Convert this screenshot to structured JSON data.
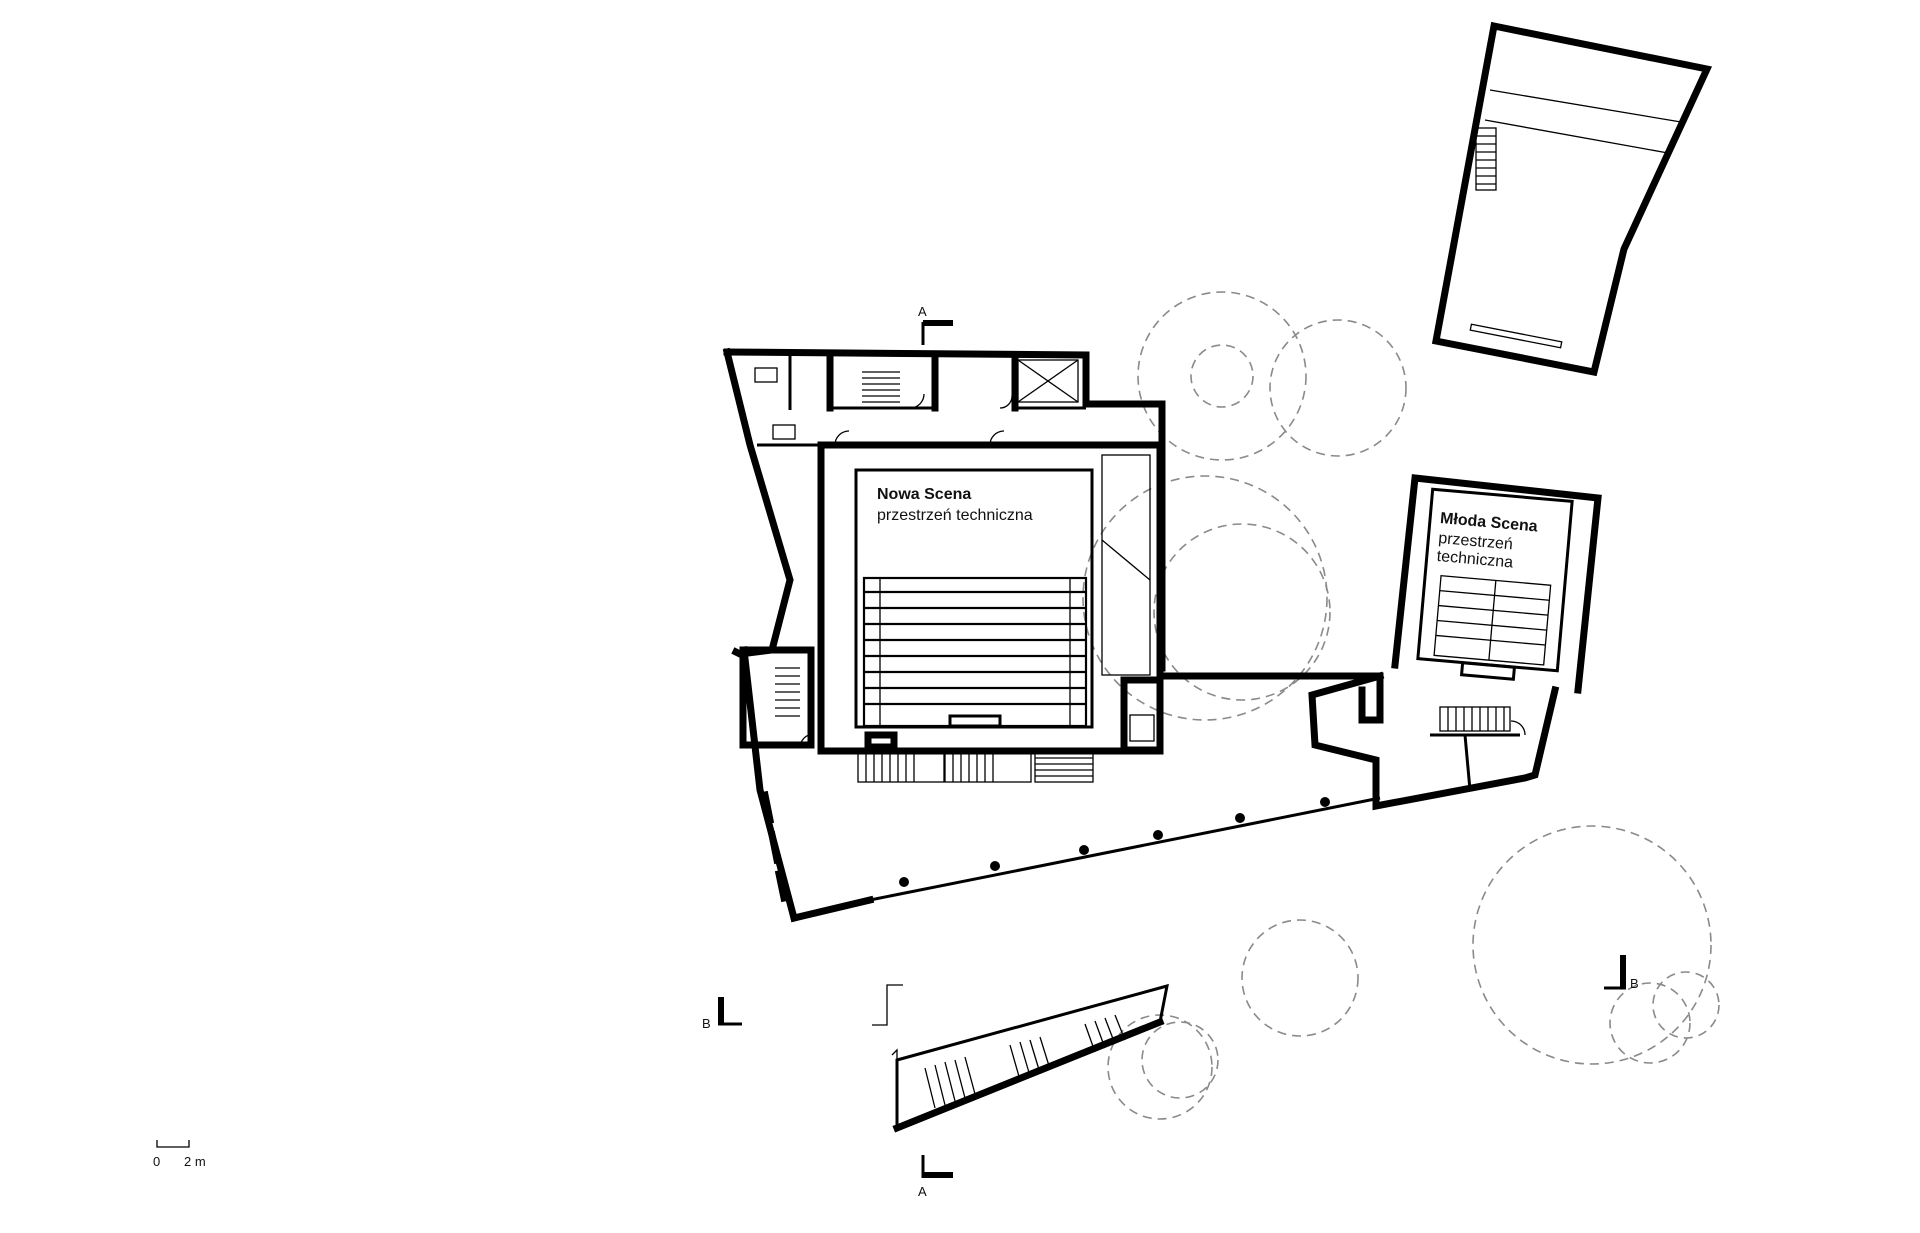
{
  "rooms": {
    "nowa_scena": {
      "title": "Nowa Scena",
      "subtitle": "przestrzeń techniczna"
    },
    "mloda_scena": {
      "title": "Młoda Scena",
      "subtitle_line1": "przestrzeń",
      "subtitle_line2": "techniczna"
    }
  },
  "section_marks": {
    "a_top": "A",
    "a_bottom": "A",
    "b_left": "B",
    "b_right": "B"
  },
  "scale_bar": {
    "start": "0",
    "end": "2 m"
  }
}
